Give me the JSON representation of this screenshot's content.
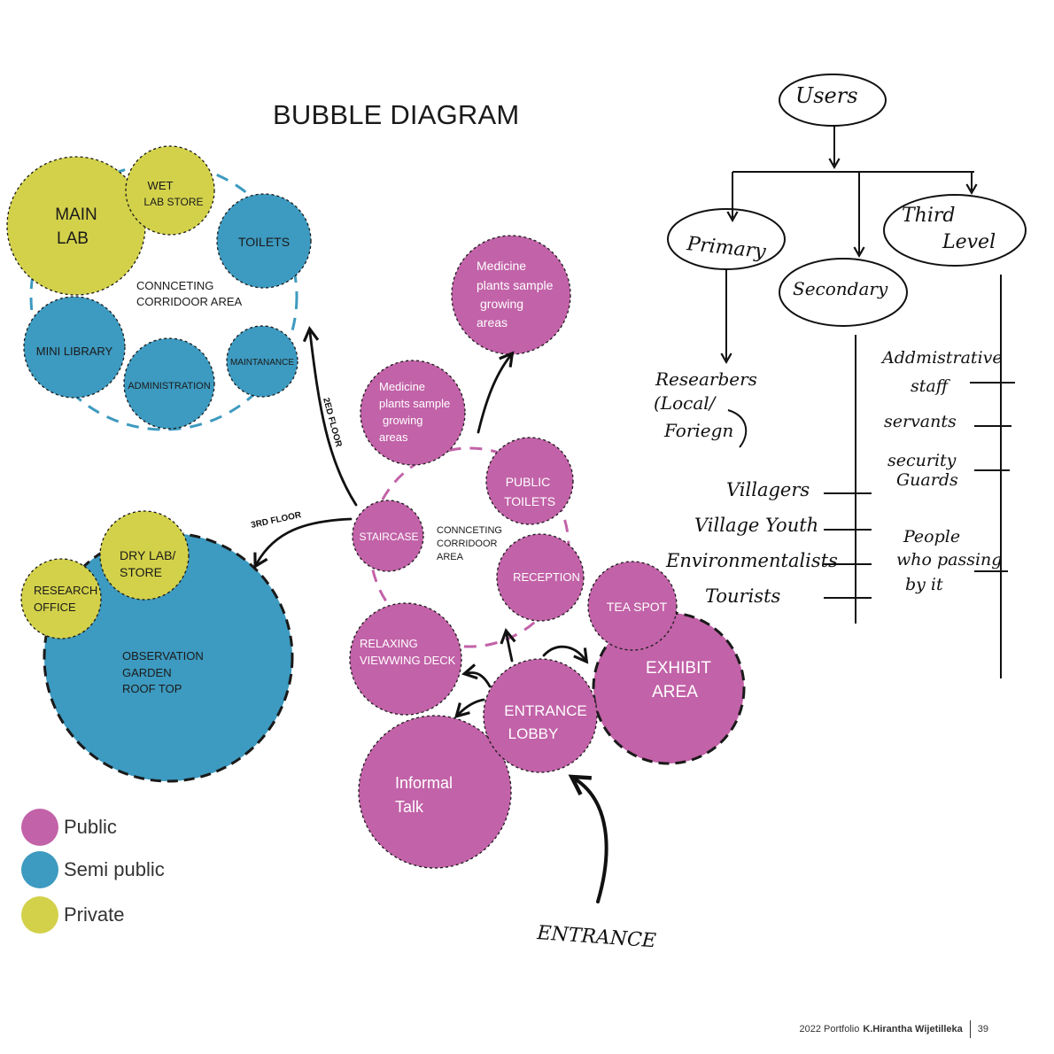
{
  "title": "BUBBLE DIAGRAM",
  "colors": {
    "public": "#c262a8",
    "semi_public": "#3d9ac0",
    "private": "#d3d14a"
  },
  "legend": [
    {
      "label": "Public",
      "color": "#c262a8"
    },
    {
      "label": "Semi public",
      "color": "#3d9ac0"
    },
    {
      "label": "Private",
      "color": "#d3d14a"
    }
  ],
  "bubbles": {
    "main_lab": [
      "MAIN",
      "LAB"
    ],
    "wet_lab": [
      "WET",
      "LAB STORE"
    ],
    "toilets": [
      "TOILETS"
    ],
    "mini_library": [
      "MINI LIBRARY"
    ],
    "administration": [
      "ADMINISTRATION"
    ],
    "maintanance": [
      "MAINTANANCE"
    ],
    "corridor_top": [
      "CONNCETING",
      "CORRIDOOR AREA"
    ],
    "medicine_top": [
      "Medicine",
      "plants sample",
      "growing",
      "areas"
    ],
    "medicine_mid": [
      "Medicine",
      "plants sample",
      "growing",
      "areas"
    ],
    "public_toilets": [
      "PUBLIC",
      "TOILETS"
    ],
    "staircase": [
      "STAIRCASE"
    ],
    "corridor_mid": [
      "CONNCETING",
      "CORRIDOOR",
      "AREA"
    ],
    "reception": [
      "RECEPTION"
    ],
    "tea_spot": [
      "TEA SPOT"
    ],
    "exhibit": [
      "EXHIBIT",
      "AREA"
    ],
    "relaxing": [
      "RELAXING",
      "VIEWWING DECK"
    ],
    "entrance_lobby": [
      "ENTRANCE",
      "LOBBY"
    ],
    "informal_talk": [
      "Informal",
      "Talk"
    ],
    "observation": [
      "OBSERVATION",
      "GARDEN",
      "ROOF TOP"
    ],
    "dry_lab": [
      "DRY LAB/",
      "STORE"
    ],
    "research": [
      "RESEARCH",
      "OFFICE"
    ]
  },
  "annotations": {
    "floor2": "2ED FLOOR",
    "floor3": "3RD FLOOR",
    "entrance": "ENTRANCE"
  },
  "users_tree": {
    "root": "Users",
    "primary": "Primary",
    "secondary": "Secondary",
    "third": [
      "Third",
      "Level"
    ],
    "researchers": [
      "Researbers",
      "(Local/",
      "Foriegn"
    ],
    "secondary_list": [
      "Villagers",
      "Village Youth",
      "Environmentalists",
      "Tourists"
    ],
    "third_list": [
      [
        "Addmistrative",
        "staff"
      ],
      [
        "servants"
      ],
      [
        "security",
        "Guards"
      ],
      [
        "People",
        "who passing",
        "by it"
      ]
    ]
  },
  "footer": {
    "prefix": "2022 Portfolio",
    "author": "K.Hirantha Wijetilleka",
    "page": "39"
  }
}
